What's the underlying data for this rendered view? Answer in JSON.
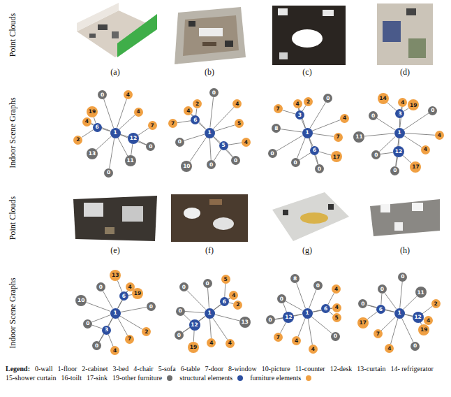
{
  "diagram": {
    "nodes": [
      {
        "text": [
          "1"
        ]
      },
      {
        "text": [
          "6"
        ]
      },
      {
        "text": [
          "12"
        ]
      },
      {
        "text": [
          "0"
        ]
      },
      {
        "text": [
          "11"
        ]
      },
      {
        "text": [
          "0"
        ]
      },
      {
        "text": [
          "13"
        ]
      },
      {
        "text": [
          "0"
        ]
      },
      {
        "text": [
          "4"
        ]
      },
      {
        "text": [
          "4"
        ]
      },
      {
        "text": [
          "4"
        ]
      },
      {
        "text": [
          "2"
        ]
      },
      {
        "text": [
          "19"
        ]
      },
      {
        "text": [
          "7"
        ]
      },
      {
        "text": [
          "1"
        ]
      },
      {
        "text": [
          "6"
        ]
      },
      {
        "text": [
          "5"
        ]
      },
      {
        "text": [
          "0"
        ]
      },
      {
        "text": [
          "0"
        ]
      },
      {
        "text": [
          "10"
        ]
      },
      {
        "text": [
          "0"
        ]
      },
      {
        "text": [
          "0"
        ]
      },
      {
        "text": [
          "4"
        ]
      },
      {
        "text": [
          "4"
        ]
      },
      {
        "text": [
          "5"
        ]
      },
      {
        "text": [
          "7"
        ]
      },
      {
        "text": [
          "2"
        ]
      },
      {
        "text": [
          "4"
        ]
      },
      {
        "text": [
          "1"
        ]
      },
      {
        "text": [
          "3"
        ]
      },
      {
        "text": [
          "6"
        ]
      },
      {
        "text": [
          "0"
        ]
      },
      {
        "text": [
          "0"
        ]
      },
      {
        "text": [
          "0"
        ]
      },
      {
        "text": [
          "8"
        ]
      },
      {
        "text": [
          "0"
        ]
      },
      {
        "text": [
          "4"
        ]
      },
      {
        "text": [
          "4"
        ]
      },
      {
        "text": [
          "7"
        ]
      },
      {
        "text": [
          "7"
        ]
      },
      {
        "text": [
          "2"
        ]
      },
      {
        "text": [
          "17"
        ]
      },
      {
        "text": [
          "1"
        ]
      },
      {
        "text": [
          "3"
        ]
      },
      {
        "text": [
          "12"
        ]
      },
      {
        "text": [
          "0"
        ]
      },
      {
        "text": [
          "0"
        ]
      },
      {
        "text": [
          "11"
        ]
      },
      {
        "text": [
          "0"
        ]
      },
      {
        "text": [
          "0"
        ]
      },
      {
        "text": [
          "4"
        ]
      },
      {
        "text": [
          "4"
        ]
      },
      {
        "text": [
          "4"
        ]
      },
      {
        "text": [
          "14"
        ]
      },
      {
        "text": [
          "19"
        ]
      },
      {
        "text": [
          "17"
        ]
      },
      {
        "text": [
          "1"
        ]
      },
      {
        "text": [
          "6"
        ]
      },
      {
        "text": [
          "3"
        ]
      },
      {
        "text": [
          "0"
        ]
      },
      {
        "text": [
          "0"
        ]
      },
      {
        "text": [
          "10"
        ]
      },
      {
        "text": [
          "0"
        ]
      },
      {
        "text": [
          "0"
        ]
      },
      {
        "text": [
          "4"
        ]
      },
      {
        "text": [
          "2"
        ]
      },
      {
        "text": [
          "7"
        ]
      },
      {
        "text": [
          "13"
        ]
      },
      {
        "text": [
          "19"
        ]
      },
      {
        "text": [
          "4"
        ]
      },
      {
        "text": [
          "1"
        ]
      },
      {
        "text": [
          "6"
        ]
      },
      {
        "text": [
          "12"
        ]
      },
      {
        "text": [
          "0"
        ]
      },
      {
        "text": [
          "0"
        ]
      },
      {
        "text": [
          "0"
        ]
      },
      {
        "text": [
          "0"
        ]
      },
      {
        "text": [
          "13"
        ]
      },
      {
        "text": [
          "4"
        ]
      },
      {
        "text": [
          "4"
        ]
      },
      {
        "text": [
          "4"
        ]
      },
      {
        "text": [
          "5"
        ]
      },
      {
        "text": [
          "2"
        ]
      },
      {
        "text": [
          "19"
        ]
      },
      {
        "text": [
          "1"
        ]
      },
      {
        "text": [
          "6"
        ]
      },
      {
        "text": [
          "12"
        ]
      },
      {
        "text": [
          "0"
        ]
      },
      {
        "text": [
          "0"
        ]
      },
      {
        "text": [
          "8"
        ]
      },
      {
        "text": [
          "0"
        ]
      },
      {
        "text": [
          "0"
        ]
      },
      {
        "text": [
          "4"
        ]
      },
      {
        "text": [
          "4"
        ]
      },
      {
        "text": [
          "4"
        ]
      },
      {
        "text": [
          "4"
        ]
      },
      {
        "text": [
          "5"
        ]
      },
      {
        "text": [
          "7"
        ]
      },
      {
        "text": [
          "1"
        ]
      },
      {
        "text": [
          "12"
        ]
      },
      {
        "text": [
          "6"
        ]
      },
      {
        "text": [
          "0"
        ]
      },
      {
        "text": [
          "0"
        ]
      },
      {
        "text": [
          "0"
        ]
      },
      {
        "text": [
          "11"
        ]
      },
      {
        "text": [
          "0"
        ]
      },
      {
        "text": [
          "4"
        ]
      },
      {
        "text": [
          "4"
        ]
      },
      {
        "text": [
          "7"
        ]
      },
      {
        "text": [
          "2"
        ]
      },
      {
        "text": [
          "19"
        ]
      },
      {
        "text": [
          "17"
        ]
      }
    ],
    "edges": [
      {
        "from": 0,
        "to": 1,
        "arrow": "none"
      },
      {
        "from": 0,
        "to": 2,
        "arrow": "none"
      },
      {
        "from": 0,
        "to": 3,
        "arrow": "none"
      },
      {
        "from": 0,
        "to": 4,
        "arrow": "none"
      },
      {
        "from": 0,
        "to": 5,
        "arrow": "none"
      },
      {
        "from": 0,
        "to": 6,
        "arrow": "none"
      },
      {
        "from": 0,
        "to": 7,
        "arrow": "none"
      },
      {
        "from": 0,
        "to": 8,
        "arrow": "none"
      },
      {
        "from": 0,
        "to": 9,
        "arrow": "none"
      },
      {
        "from": 0,
        "to": 10,
        "arrow": "none"
      },
      {
        "from": 1,
        "to": 11,
        "arrow": "none"
      },
      {
        "from": 1,
        "to": 12,
        "arrow": "none"
      },
      {
        "from": 1,
        "to": 8,
        "arrow": "none"
      },
      {
        "from": 2,
        "to": 13,
        "arrow": "none"
      },
      {
        "from": 2,
        "to": 3,
        "arrow": "none"
      },
      {
        "from": 2,
        "to": 4,
        "arrow": "none"
      },
      {
        "from": 14,
        "to": 15,
        "arrow": "none"
      },
      {
        "from": 14,
        "to": 16,
        "arrow": "none"
      },
      {
        "from": 14,
        "to": 17,
        "arrow": "none"
      },
      {
        "from": 14,
        "to": 18,
        "arrow": "none"
      },
      {
        "from": 14,
        "to": 19,
        "arrow": "none"
      },
      {
        "from": 14,
        "to": 20,
        "arrow": "none"
      },
      {
        "from": 14,
        "to": 21,
        "arrow": "none"
      },
      {
        "from": 14,
        "to": 22,
        "arrow": "none"
      },
      {
        "from": 14,
        "to": 23,
        "arrow": "none"
      },
      {
        "from": 14,
        "to": 24,
        "arrow": "none"
      },
      {
        "from": 15,
        "to": 25,
        "arrow": "none"
      },
      {
        "from": 15,
        "to": 26,
        "arrow": "none"
      },
      {
        "from": 15,
        "to": 22,
        "arrow": "none"
      },
      {
        "from": 16,
        "to": 27,
        "arrow": "none"
      },
      {
        "from": 16,
        "to": 17,
        "arrow": "none"
      },
      {
        "from": 16,
        "to": 18,
        "arrow": "none"
      },
      {
        "from": 28,
        "to": 29,
        "arrow": "none"
      },
      {
        "from": 28,
        "to": 30,
        "arrow": "none"
      },
      {
        "from": 28,
        "to": 31,
        "arrow": "none"
      },
      {
        "from": 28,
        "to": 32,
        "arrow": "none"
      },
      {
        "from": 28,
        "to": 33,
        "arrow": "none"
      },
      {
        "from": 28,
        "to": 34,
        "arrow": "none"
      },
      {
        "from": 28,
        "to": 35,
        "arrow": "none"
      },
      {
        "from": 28,
        "to": 36,
        "arrow": "none"
      },
      {
        "from": 28,
        "to": 37,
        "arrow": "none"
      },
      {
        "from": 28,
        "to": 38,
        "arrow": "none"
      },
      {
        "from": 29,
        "to": 39,
        "arrow": "none"
      },
      {
        "from": 29,
        "to": 40,
        "arrow": "none"
      },
      {
        "from": 29,
        "to": 36,
        "arrow": "none"
      },
      {
        "from": 30,
        "to": 41,
        "arrow": "none"
      },
      {
        "from": 30,
        "to": 31,
        "arrow": "none"
      },
      {
        "from": 30,
        "to": 32,
        "arrow": "none"
      },
      {
        "from": 42,
        "to": 43,
        "arrow": "none"
      },
      {
        "from": 42,
        "to": 44,
        "arrow": "none"
      },
      {
        "from": 42,
        "to": 45,
        "arrow": "none"
      },
      {
        "from": 42,
        "to": 46,
        "arrow": "none"
      },
      {
        "from": 42,
        "to": 47,
        "arrow": "none"
      },
      {
        "from": 42,
        "to": 48,
        "arrow": "none"
      },
      {
        "from": 42,
        "to": 49,
        "arrow": "none"
      },
      {
        "from": 42,
        "to": 50,
        "arrow": "none"
      },
      {
        "from": 42,
        "to": 51,
        "arrow": "none"
      },
      {
        "from": 42,
        "to": 52,
        "arrow": "none"
      },
      {
        "from": 43,
        "to": 53,
        "arrow": "none"
      },
      {
        "from": 43,
        "to": 54,
        "arrow": "none"
      },
      {
        "from": 43,
        "to": 50,
        "arrow": "none"
      },
      {
        "from": 44,
        "to": 55,
        "arrow": "none"
      },
      {
        "from": 44,
        "to": 45,
        "arrow": "none"
      },
      {
        "from": 44,
        "to": 46,
        "arrow": "none"
      },
      {
        "from": 56,
        "to": 57,
        "arrow": "none"
      },
      {
        "from": 56,
        "to": 58,
        "arrow": "none"
      },
      {
        "from": 56,
        "to": 59,
        "arrow": "none"
      },
      {
        "from": 56,
        "to": 60,
        "arrow": "none"
      },
      {
        "from": 56,
        "to": 61,
        "arrow": "none"
      },
      {
        "from": 56,
        "to": 62,
        "arrow": "none"
      },
      {
        "from": 56,
        "to": 63,
        "arrow": "none"
      },
      {
        "from": 56,
        "to": 64,
        "arrow": "none"
      },
      {
        "from": 56,
        "to": 65,
        "arrow": "none"
      },
      {
        "from": 56,
        "to": 66,
        "arrow": "none"
      },
      {
        "from": 57,
        "to": 67,
        "arrow": "none"
      },
      {
        "from": 57,
        "to": 68,
        "arrow": "none"
      },
      {
        "from": 57,
        "to": 64,
        "arrow": "none"
      },
      {
        "from": 58,
        "to": 69,
        "arrow": "none"
      },
      {
        "from": 58,
        "to": 59,
        "arrow": "none"
      },
      {
        "from": 58,
        "to": 60,
        "arrow": "none"
      },
      {
        "from": 70,
        "to": 71,
        "arrow": "none"
      },
      {
        "from": 70,
        "to": 72,
        "arrow": "none"
      },
      {
        "from": 70,
        "to": 73,
        "arrow": "none"
      },
      {
        "from": 70,
        "to": 74,
        "arrow": "none"
      },
      {
        "from": 70,
        "to": 75,
        "arrow": "none"
      },
      {
        "from": 70,
        "to": 76,
        "arrow": "none"
      },
      {
        "from": 70,
        "to": 77,
        "arrow": "none"
      },
      {
        "from": 70,
        "to": 78,
        "arrow": "none"
      },
      {
        "from": 70,
        "to": 79,
        "arrow": "none"
      },
      {
        "from": 70,
        "to": 80,
        "arrow": "none"
      },
      {
        "from": 71,
        "to": 81,
        "arrow": "none"
      },
      {
        "from": 71,
        "to": 82,
        "arrow": "none"
      },
      {
        "from": 71,
        "to": 78,
        "arrow": "none"
      },
      {
        "from": 72,
        "to": 83,
        "arrow": "none"
      },
      {
        "from": 72,
        "to": 73,
        "arrow": "none"
      },
      {
        "from": 72,
        "to": 74,
        "arrow": "none"
      },
      {
        "from": 84,
        "to": 85,
        "arrow": "none"
      },
      {
        "from": 84,
        "to": 86,
        "arrow": "none"
      },
      {
        "from": 84,
        "to": 87,
        "arrow": "none"
      },
      {
        "from": 84,
        "to": 88,
        "arrow": "none"
      },
      {
        "from": 84,
        "to": 89,
        "arrow": "none"
      },
      {
        "from": 84,
        "to": 90,
        "arrow": "none"
      },
      {
        "from": 84,
        "to": 91,
        "arrow": "none"
      },
      {
        "from": 84,
        "to": 92,
        "arrow": "none"
      },
      {
        "from": 84,
        "to": 93,
        "arrow": "none"
      },
      {
        "from": 84,
        "to": 94,
        "arrow": "none"
      },
      {
        "from": 85,
        "to": 95,
        "arrow": "none"
      },
      {
        "from": 85,
        "to": 96,
        "arrow": "none"
      },
      {
        "from": 85,
        "to": 92,
        "arrow": "none"
      },
      {
        "from": 86,
        "to": 97,
        "arrow": "none"
      },
      {
        "from": 86,
        "to": 87,
        "arrow": "none"
      },
      {
        "from": 86,
        "to": 88,
        "arrow": "none"
      },
      {
        "from": 98,
        "to": 99,
        "arrow": "none"
      },
      {
        "from": 98,
        "to": 100,
        "arrow": "none"
      },
      {
        "from": 98,
        "to": 101,
        "arrow": "none"
      },
      {
        "from": 98,
        "to": 102,
        "arrow": "none"
      },
      {
        "from": 98,
        "to": 103,
        "arrow": "none"
      },
      {
        "from": 98,
        "to": 104,
        "arrow": "none"
      },
      {
        "from": 98,
        "to": 105,
        "arrow": "none"
      },
      {
        "from": 98,
        "to": 106,
        "arrow": "none"
      },
      {
        "from": 98,
        "to": 107,
        "arrow": "none"
      },
      {
        "from": 98,
        "to": 108,
        "arrow": "none"
      },
      {
        "from": 99,
        "to": 109,
        "arrow": "none"
      },
      {
        "from": 99,
        "to": 110,
        "arrow": "none"
      },
      {
        "from": 99,
        "to": 106,
        "arrow": "none"
      },
      {
        "from": 100,
        "to": 111,
        "arrow": "none"
      },
      {
        "from": 100,
        "to": 101,
        "arrow": "none"
      },
      {
        "from": 100,
        "to": 102,
        "arrow": "none"
      }
    ],
    "labels": [
      "Point Clouds",
      "(a)",
      "(b)",
      "(c)",
      "(d)",
      "Indoor Scene Graphs",
      "Point Clouds",
      "(e)",
      "(f)",
      "(g)",
      "(h)",
      "Indoor Scene Graphs",
      "Legend:",
      "0-wall",
      "1-floor",
      "2-cabinet",
      "3-bed",
      "4-chair",
      "5-sofa",
      "6-table",
      "7-door",
      "8-window",
      "10-picture",
      "11-counter",
      "12-desk",
      "13-curtain",
      "14- refrigerator",
      "15-shower curtain",
      "16-toilt",
      "17-sink",
      "19-other furniture"
    ],
    "legend": [
      {
        "text": "structural elements",
        "color": "#6f6f6f"
      },
      {
        "text": "furniture elements",
        "color": "#2d4fa0"
      }
    ]
  }
}
